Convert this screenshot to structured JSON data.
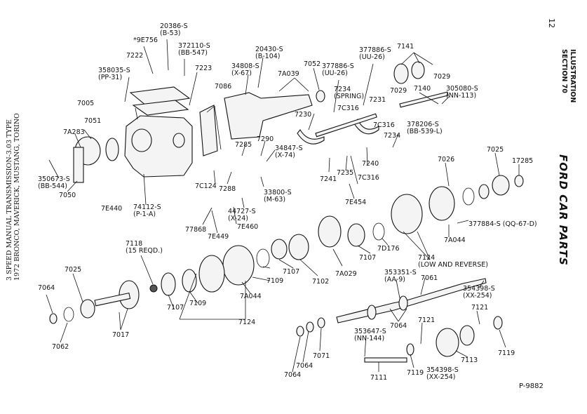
{
  "page_number": "12",
  "section_heading": [
    "ILLUSTRATION",
    "SECTION 70"
  ],
  "brand_text": "FORD CAR PARTS",
  "caption": [
    "3 SPEED MANUAL TRANSMISSION-3.03 TYPE",
    "1972 BRONCO, MAVERICK, MUSTANG, TORINO"
  ],
  "figure_code": "P-9882",
  "callouts": [
    {
      "id": "c1",
      "lines": [
        "20386-S",
        "(B-53)"
      ]
    },
    {
      "id": "c2",
      "lines": [
        "*9E756"
      ]
    },
    {
      "id": "c3",
      "lines": [
        "372110-S",
        "(BB-547)"
      ]
    },
    {
      "id": "c4",
      "lines": [
        "7222"
      ]
    },
    {
      "id": "c5",
      "lines": [
        "358035-S",
        "(PP-31)"
      ]
    },
    {
      "id": "c6",
      "lines": [
        "7223"
      ]
    },
    {
      "id": "c7",
      "lines": [
        "20430-S",
        "(B-104)"
      ]
    },
    {
      "id": "c8",
      "lines": [
        "34808-S",
        "(X-67)"
      ]
    },
    {
      "id": "c9",
      "lines": [
        "7A039"
      ]
    },
    {
      "id": "c10",
      "lines": [
        "7052"
      ]
    },
    {
      "id": "c11",
      "lines": [
        "377886-S",
        "(UU-26)"
      ]
    },
    {
      "id": "c12",
      "lines": [
        "377886-S",
        "(UU-26)"
      ]
    },
    {
      "id": "c13",
      "lines": [
        "7141"
      ]
    },
    {
      "id": "c14",
      "lines": [
        "7029"
      ]
    },
    {
      "id": "c15",
      "lines": [
        "7029"
      ]
    },
    {
      "id": "c16",
      "lines": [
        "7140"
      ]
    },
    {
      "id": "c17",
      "lines": [
        "305080-S",
        "(NN-113)"
      ]
    },
    {
      "id": "c18",
      "lines": [
        "7086"
      ]
    },
    {
      "id": "c19",
      "lines": [
        "7234",
        "(SPRING)"
      ]
    },
    {
      "id": "c20",
      "lines": [
        "7231"
      ]
    },
    {
      "id": "c21",
      "lines": [
        "7C316"
      ]
    },
    {
      "id": "c22",
      "lines": [
        "7C316"
      ]
    },
    {
      "id": "c23",
      "lines": [
        "378206-S",
        "(BB-539-L)"
      ]
    },
    {
      "id": "c24",
      "lines": [
        "7234"
      ]
    },
    {
      "id": "c25",
      "lines": [
        "7005"
      ]
    },
    {
      "id": "c26",
      "lines": [
        "7230"
      ]
    },
    {
      "id": "c27",
      "lines": [
        "7051"
      ]
    },
    {
      "id": "c28",
      "lines": [
        "7A283"
      ]
    },
    {
      "id": "c29",
      "lines": [
        "7285"
      ]
    },
    {
      "id": "c30",
      "lines": [
        "7290"
      ]
    },
    {
      "id": "c31",
      "lines": [
        "34847-S",
        "(X-74)"
      ]
    },
    {
      "id": "c32",
      "lines": [
        "7240"
      ]
    },
    {
      "id": "c33",
      "lines": [
        "7025"
      ]
    },
    {
      "id": "c34",
      "lines": [
        "17285"
      ]
    },
    {
      "id": "c35",
      "lines": [
        "7026"
      ]
    },
    {
      "id": "c36",
      "lines": [
        "350673-S",
        "(BB-544)"
      ]
    },
    {
      "id": "c37",
      "lines": [
        "7050"
      ]
    },
    {
      "id": "c38",
      "lines": [
        "7C124"
      ]
    },
    {
      "id": "c39",
      "lines": [
        "7288"
      ]
    },
    {
      "id": "c40",
      "lines": [
        "7241"
      ]
    },
    {
      "id": "c41",
      "lines": [
        "7235"
      ]
    },
    {
      "id": "c42",
      "lines": [
        "7C316"
      ]
    },
    {
      "id": "c43",
      "lines": [
        "7E440"
      ]
    },
    {
      "id": "c44",
      "lines": [
        "74112-S",
        "(P-1-A)"
      ]
    },
    {
      "id": "c45",
      "lines": [
        "33800-S",
        "(M-63)"
      ]
    },
    {
      "id": "c46",
      "lines": [
        "7E454"
      ]
    },
    {
      "id": "c47",
      "lines": [
        "44727-S",
        "(X-24)"
      ]
    },
    {
      "id": "c48",
      "lines": [
        "7E460"
      ]
    },
    {
      "id": "c49",
      "lines": [
        "77868"
      ]
    },
    {
      "id": "c50",
      "lines": [
        "7E449"
      ]
    },
    {
      "id": "c51",
      "lines": [
        "377884-S (QQ-67-D)"
      ]
    },
    {
      "id": "c52",
      "lines": [
        "7A044"
      ]
    },
    {
      "id": "c53",
      "lines": [
        "7D176"
      ]
    },
    {
      "id": "c54",
      "lines": [
        "7118",
        "(15 REQD.)"
      ]
    },
    {
      "id": "c55",
      "lines": [
        "7107"
      ]
    },
    {
      "id": "c56",
      "lines": [
        "7124",
        "(LOW AND REVERSE)"
      ]
    },
    {
      "id": "c57",
      "lines": [
        "7025"
      ]
    },
    {
      "id": "c58",
      "lines": [
        "353351-S",
        "(AA-9)"
      ]
    },
    {
      "id": "c59",
      "lines": [
        "7061"
      ]
    },
    {
      "id": "c60",
      "lines": [
        "7107"
      ]
    },
    {
      "id": "c61",
      "lines": [
        "7A029"
      ]
    },
    {
      "id": "c62",
      "lines": [
        "7109"
      ]
    },
    {
      "id": "c63",
      "lines": [
        "7102"
      ]
    },
    {
      "id": "c64",
      "lines": [
        "7064"
      ]
    },
    {
      "id": "c65",
      "lines": [
        "7107"
      ]
    },
    {
      "id": "c66",
      "lines": [
        "7109"
      ]
    },
    {
      "id": "c67",
      "lines": [
        "7A044"
      ]
    },
    {
      "id": "c68",
      "lines": [
        "354398-S",
        "(XX-254)"
      ]
    },
    {
      "id": "c69",
      "lines": [
        "7121"
      ]
    },
    {
      "id": "c70",
      "lines": [
        "7121"
      ]
    },
    {
      "id": "c71",
      "lines": [
        "7062"
      ]
    },
    {
      "id": "c72",
      "lines": [
        "7017"
      ]
    },
    {
      "id": "c73",
      "lines": [
        "7124"
      ]
    },
    {
      "id": "c74",
      "lines": [
        "7064"
      ]
    },
    {
      "id": "c75",
      "lines": [
        "353647-S",
        "(NN-144)"
      ]
    },
    {
      "id": "c76",
      "lines": [
        "7071"
      ]
    },
    {
      "id": "c77",
      "lines": [
        "7064"
      ]
    },
    {
      "id": "c78",
      "lines": [
        "7064"
      ]
    },
    {
      "id": "c79",
      "lines": [
        "7111"
      ]
    },
    {
      "id": "c80",
      "lines": [
        "7119"
      ]
    },
    {
      "id": "c81",
      "lines": [
        "354398-S",
        "(XX-254)"
      ]
    },
    {
      "id": "c82",
      "lines": [
        "7113"
      ]
    },
    {
      "id": "c83",
      "lines": [
        "7119"
      ]
    }
  ]
}
